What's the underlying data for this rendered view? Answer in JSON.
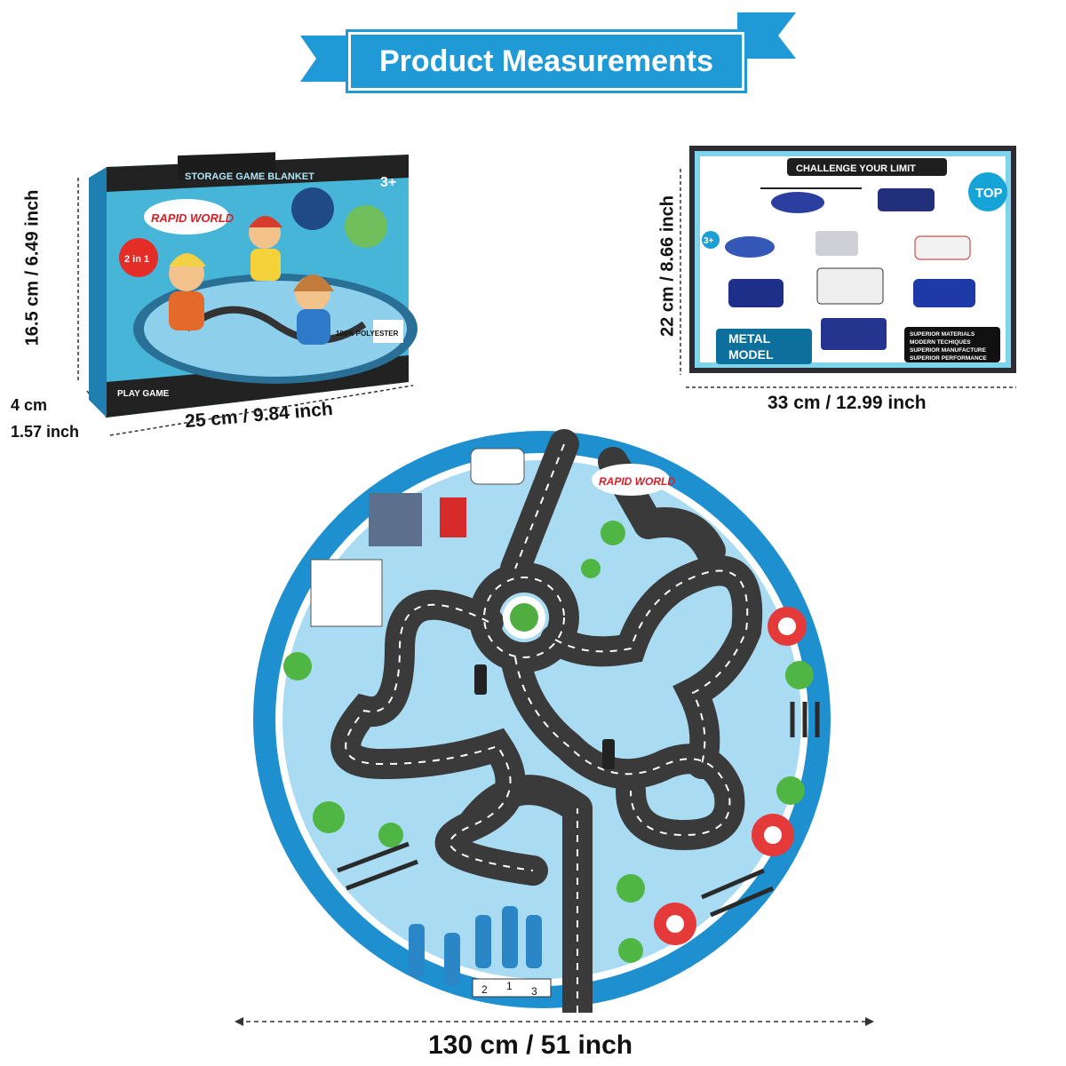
{
  "banner": {
    "title": "Product Measurements",
    "color": "#1f9ad6"
  },
  "box_left": {
    "height_label": "16.5 cm / 6.49 inch",
    "depth_label_cm": "4 cm",
    "depth_label_in": "1.57 inch",
    "width_label": "25 cm / 9.84 inch",
    "box_text": {
      "top_banner": "STORAGE GAME BLANKET",
      "brand": "RAPID WORLD",
      "age": "3+",
      "feature": "2 in 1",
      "material": "100% POLYESTER",
      "play": "PLAY GAME"
    }
  },
  "box_right": {
    "height_label": "22 cm / 8.66 inch",
    "width_label": "33 cm / 12.99 inch",
    "box_text": {
      "header": "CHALLENGE YOUR LIMIT",
      "badge": "TOP",
      "age": "3+",
      "model_line1": "METAL",
      "model_line2": "MODEL",
      "features": [
        "SUPERIOR MATERIALS",
        "MODERN TECHIQUES",
        "SUPERIOR MANUFACTURE",
        "SUPERIOR PERFORMANCE"
      ]
    }
  },
  "mat": {
    "width_label": "130 cm / 51 inch",
    "brand": "RAPID WORLD",
    "podium": [
      "2",
      "1",
      "3"
    ],
    "colors": {
      "ring": "#1e8fcf",
      "ground": "#a9dcf2",
      "road": "#3a3a3a"
    }
  }
}
